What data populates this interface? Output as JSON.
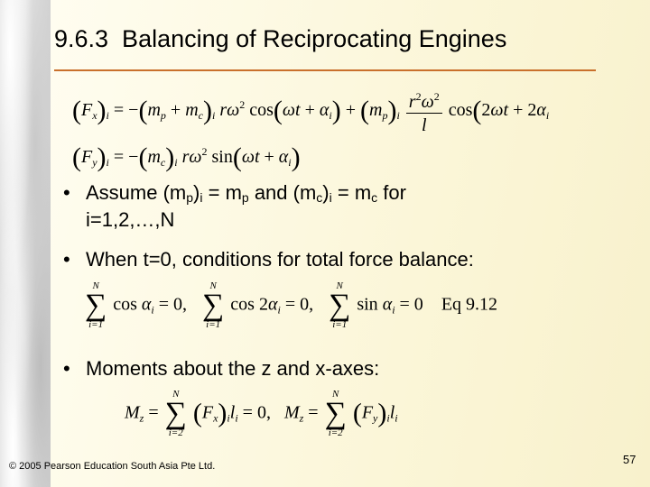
{
  "slide": {
    "title": "9.6.3  Balancing of Reciprocating Engines",
    "bullets": {
      "b1_line1_pre": "Assume (m",
      "b1_p1": "p",
      "b1_i1": "i",
      "b1_mid1": " = m",
      "b1_p2": "p",
      "b1_mid2": " and (m",
      "b1_c1": "c",
      "b1_i2": "i",
      "b1_mid3": " = m",
      "b1_c2": "c",
      "b1_end": " for",
      "b1_line2": "i=1,2,…,N",
      "b2": "When t=0, conditions for total force balance:",
      "b3": "Moments about the z and x-axes:"
    },
    "equation_label": "Eq 9.12",
    "footer": "© 2005 Pearson Education South Asia Pte Ltd.",
    "page_number": "57"
  }
}
